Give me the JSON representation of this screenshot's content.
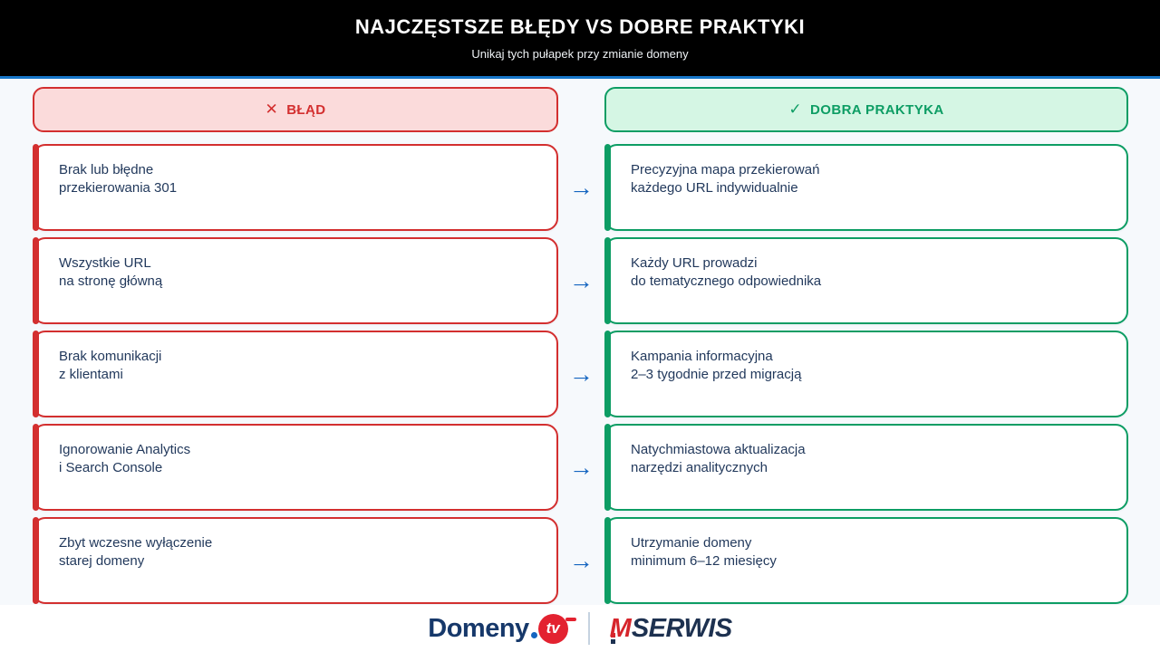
{
  "header": {
    "title": "NAJCZĘSTSZE BŁĘDY VS DOBRE PRAKTYKI",
    "subtitle": "Unikaj tych pułapek przy zmianie domeny"
  },
  "columns": {
    "error": {
      "label": "BŁĄD",
      "icon_glyph": "✕"
    },
    "good": {
      "label": "DOBRA PRAKTYKA",
      "icon_glyph": "✓"
    }
  },
  "arrow_glyph": "→",
  "rows": [
    {
      "error": "Brak lub błędne\nprzekierowania 301",
      "good": "Precyzyjna mapa przekierowań\nkażdego URL indywidualnie"
    },
    {
      "error": "Wszystkie URL\nna stronę główną",
      "good": "Każdy URL prowadzi\ndo tematycznego odpowiednika"
    },
    {
      "error": "Brak komunikacji\nz klientami",
      "good": "Kampania informacyjna\n2–3 tygodnie przed migracją"
    },
    {
      "error": "Ignorowanie Analytics\ni Search Console",
      "good": "Natychmiastowa aktualizacja\nnarzędzi analitycznych"
    },
    {
      "error": "Zbyt wczesne wyłączenie\nstarej domeny",
      "good": "Utrzymanie domeny\nminimum 6–12 miesięcy"
    }
  ],
  "footer": {
    "domeny_word": "Domeny",
    "domeny_tld": "tv",
    "mserwis_m": "M",
    "mserwis_rest": "SERWIS"
  },
  "colors": {
    "error_red": "#d32f2f",
    "error_bg": "#fbdbdb",
    "good_green": "#0d9d64",
    "good_bg": "#d5f6e4",
    "arrow_blue": "#1565c0",
    "header_line_blue": "#1877c9",
    "text_navy": "#22395c",
    "brand_navy": "#16386a",
    "brand_red": "#e32230"
  },
  "chart_data": {
    "type": "table",
    "title": "NAJCZĘSTSZE BŁĘDY VS DOBRE PRAKTYKI",
    "subtitle": "Unikaj tych pułapek przy zmianie domeny",
    "column_headers": [
      "BŁĄD",
      "DOBRA PRAKTYKA"
    ],
    "pairs": [
      [
        "Brak lub błędne przekierowania 301",
        "Precyzyjna mapa przekierowań każdego URL indywidualnie"
      ],
      [
        "Wszystkie URL na stronę główną",
        "Każdy URL prowadzi do tematycznego odpowiednika"
      ],
      [
        "Brak komunikacji z klientami",
        "Kampania informacyjna 2–3 tygodnie przed migracją"
      ],
      [
        "Ignorowanie Analytics i Search Console",
        "Natychmiastowa aktualizacja narzędzi analitycznych"
      ],
      [
        "Zbyt wczesne wyłączenie starej domeny",
        "Utrzymanie domeny minimum 6–12 miesięcy"
      ]
    ]
  }
}
